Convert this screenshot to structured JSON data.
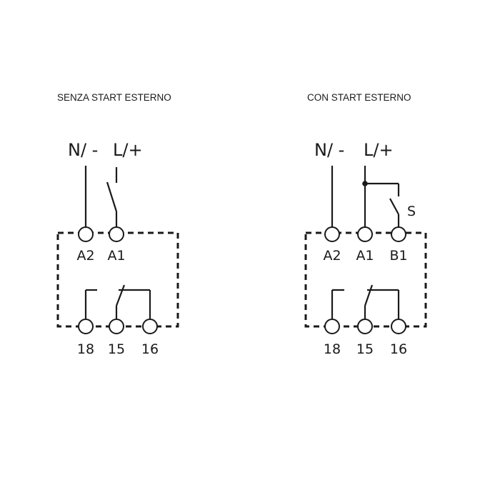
{
  "diagrams": [
    {
      "title": "SENZA START ESTERNO",
      "supply_neutral": "N/ -",
      "supply_line": "L/+",
      "terminals": {
        "a2": "A2",
        "a1": "A1",
        "t18": "18",
        "t15": "15",
        "t16": "16"
      }
    },
    {
      "title": "CON START ESTERNO",
      "supply_neutral": "N/ -",
      "supply_line": "L/+",
      "switch_label": "S",
      "terminals": {
        "a2": "A2",
        "a1": "A1",
        "b1": "B1",
        "t18": "18",
        "t15": "15",
        "t16": "16"
      }
    }
  ],
  "colors": {
    "line": "#1a1a1a",
    "background": "#ffffff"
  }
}
